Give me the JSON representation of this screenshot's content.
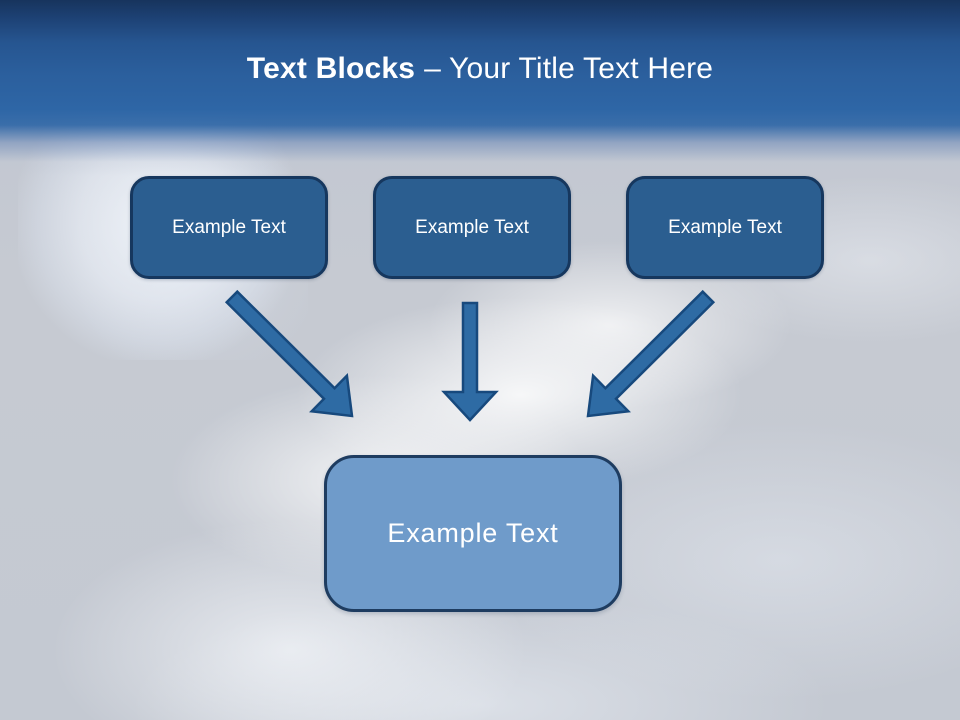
{
  "slide": {
    "title": {
      "emphasis": "Text Blocks",
      "rest": "– Your Title Text Here"
    },
    "source_blocks": [
      {
        "label": "Example Text"
      },
      {
        "label": "Example Text"
      },
      {
        "label": "Example Text"
      }
    ],
    "target_block": {
      "label": "Example Text"
    },
    "arrows": [
      {
        "name": "arrow-down-right"
      },
      {
        "name": "arrow-down"
      },
      {
        "name": "arrow-down-left"
      }
    ],
    "colors": {
      "header_top": "#17345d",
      "header_mid": "#2e66a6",
      "title_text": "#ffffff",
      "block_fill": "#2b5e90",
      "block_border": "#16375e",
      "block_text": "#ffffff",
      "target_fill": "#6f9bca",
      "target_border": "#1e3c60",
      "target_text": "#ffffff",
      "arrow_fill": "#2e6ba4",
      "arrow_stroke": "#17497d",
      "sky_base": "#c5cad2"
    }
  }
}
